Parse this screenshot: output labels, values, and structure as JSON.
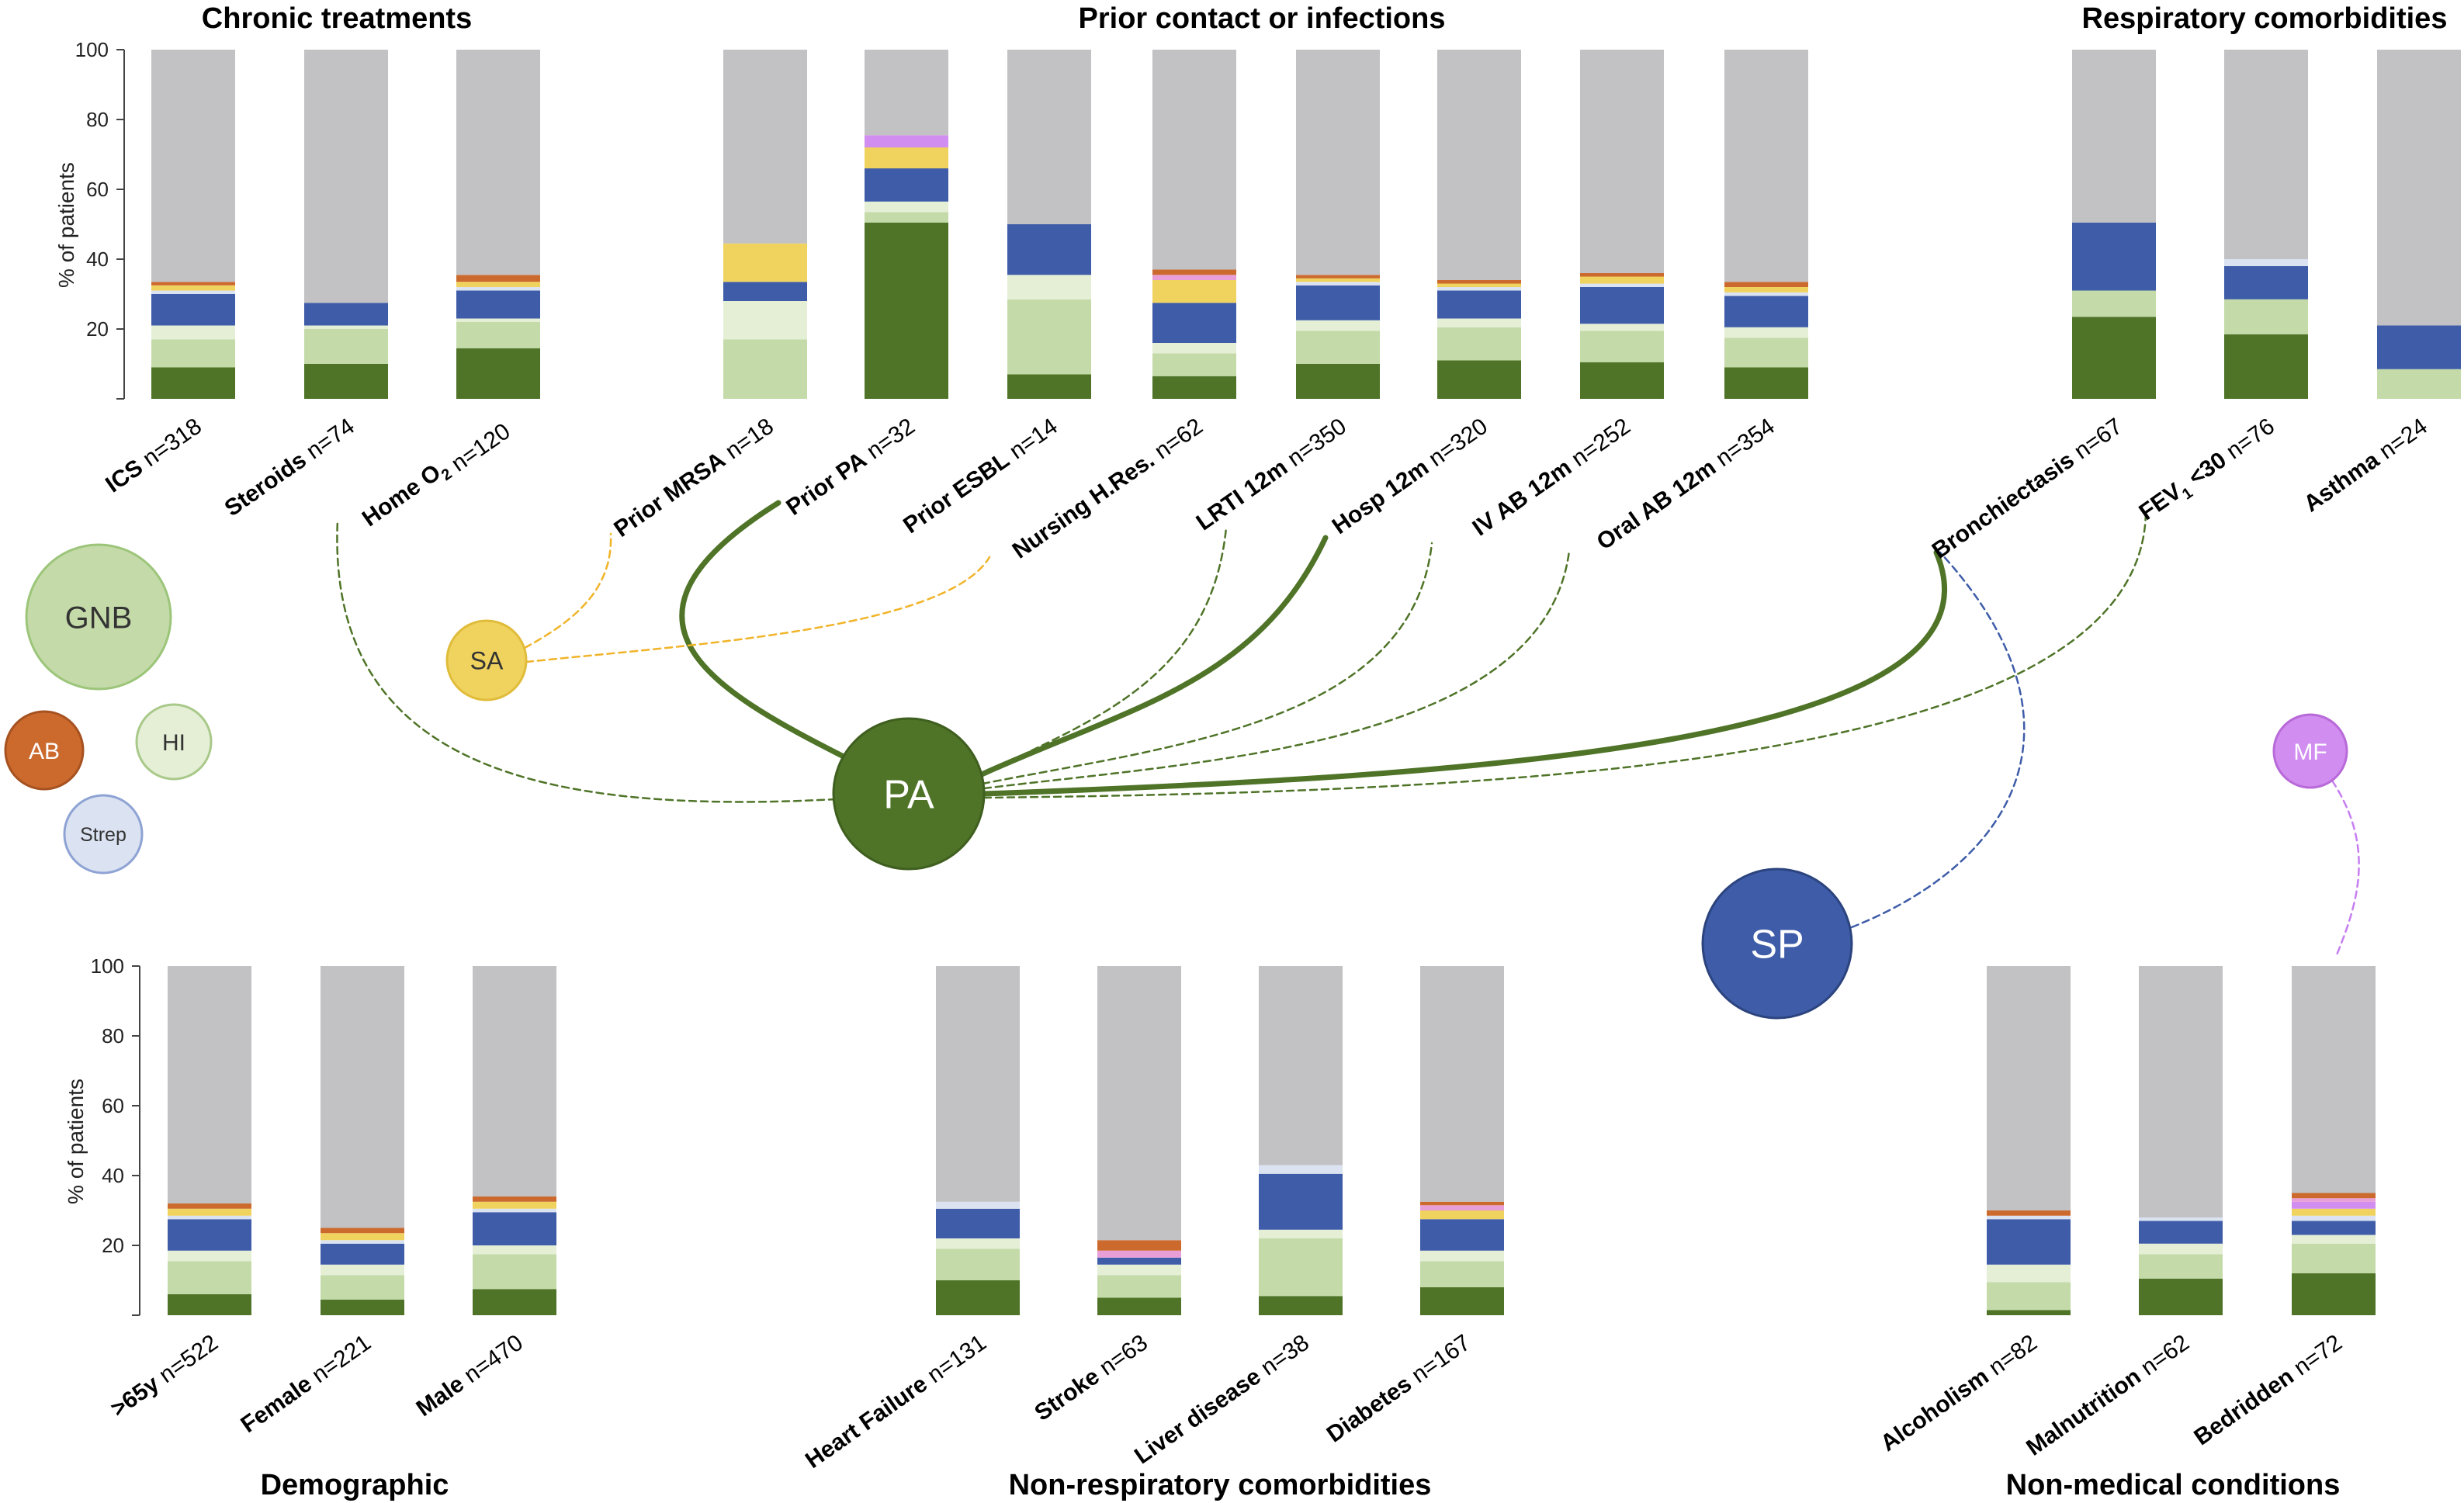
{
  "colors": {
    "green_dark": "#4f7428",
    "green_light": "#c4dba9",
    "green_pale": "#e4efd6",
    "blue": "#3e5ca8",
    "yellow": "#f0d35f",
    "orange": "#cc6a2e",
    "pink": "#e89ed6",
    "violet": "#d18df0",
    "blue_pale": "#dbe3f2",
    "grey": "#c2c1c3"
  },
  "chart_data": [
    {
      "type": "bar",
      "stacked": true,
      "title": "Chronic treatments",
      "ylabel": "% of patients",
      "ylim": [
        0,
        100
      ],
      "yticks": [
        "100",
        "80",
        "60",
        "40",
        "20"
      ],
      "categories": [
        {
          "name": "ICS",
          "n": "n=318",
          "segments": [
            [
              "green_dark",
              9
            ],
            [
              "green_light",
              8
            ],
            [
              "green_pale",
              4
            ],
            [
              "blue",
              9
            ],
            [
              "blue_pale",
              1
            ],
            [
              "yellow",
              1.5
            ],
            [
              "orange",
              1
            ],
            [
              "grey",
              66.5
            ]
          ]
        },
        {
          "name": "Steroids",
          "n": "n=74",
          "segments": [
            [
              "green_dark",
              10
            ],
            [
              "green_light",
              10
            ],
            [
              "green_pale",
              1
            ],
            [
              "blue",
              6.5
            ],
            [
              "grey",
              72.5
            ]
          ]
        },
        {
          "name": "Home O",
          "sub": "2",
          "n": "n=120",
          "segments": [
            [
              "green_dark",
              14.5
            ],
            [
              "green_light",
              7.5
            ],
            [
              "green_pale",
              1
            ],
            [
              "blue",
              8
            ],
            [
              "blue_pale",
              1
            ],
            [
              "yellow",
              1.5
            ],
            [
              "orange",
              2
            ],
            [
              "grey",
              64.5
            ]
          ]
        }
      ]
    },
    {
      "type": "bar",
      "stacked": true,
      "title": "Prior contact or infections",
      "ylim": [
        0,
        100
      ],
      "categories": [
        {
          "name": "Prior MRSA",
          "n": "n=18",
          "segments": [
            [
              "green_light",
              17
            ],
            [
              "green_pale",
              11
            ],
            [
              "blue",
              5.5
            ],
            [
              "yellow",
              11
            ],
            [
              "grey",
              55.5
            ]
          ]
        },
        {
          "name": "Prior PA",
          "n": "n=32",
          "segments": [
            [
              "green_dark",
              50.5
            ],
            [
              "green_light",
              3
            ],
            [
              "green_pale",
              3
            ],
            [
              "blue",
              9.5
            ],
            [
              "yellow",
              6
            ],
            [
              "violet",
              3.5
            ],
            [
              "grey",
              24.5
            ]
          ]
        },
        {
          "name": "Prior ESBL",
          "n": "n=14",
          "segments": [
            [
              "green_dark",
              7
            ],
            [
              "green_light",
              21.5
            ],
            [
              "green_pale",
              7
            ],
            [
              "blue",
              14.5
            ],
            [
              "grey",
              50
            ]
          ]
        },
        {
          "name": "Nursing H.Res.",
          "n": "n=62",
          "segments": [
            [
              "green_dark",
              6.5
            ],
            [
              "green_light",
              6.5
            ],
            [
              "green_pale",
              3
            ],
            [
              "blue",
              11.5
            ],
            [
              "yellow",
              6.5
            ],
            [
              "pink",
              1.5
            ],
            [
              "orange",
              1.5
            ],
            [
              "grey",
              63
            ]
          ]
        },
        {
          "name": "LRTI 12m",
          "n": "n=350",
          "segments": [
            [
              "green_dark",
              10
            ],
            [
              "green_light",
              9.5
            ],
            [
              "green_pale",
              3
            ],
            [
              "blue",
              10
            ],
            [
              "blue_pale",
              1
            ],
            [
              "yellow",
              1
            ],
            [
              "orange",
              1
            ],
            [
              "grey",
              64.5
            ]
          ]
        },
        {
          "name": "Hosp 12m",
          "n": "n=320",
          "segments": [
            [
              "green_dark",
              11
            ],
            [
              "green_light",
              9.5
            ],
            [
              "green_pale",
              2.5
            ],
            [
              "blue",
              8
            ],
            [
              "blue_pale",
              1
            ],
            [
              "yellow",
              1
            ],
            [
              "orange",
              1
            ],
            [
              "grey",
              66
            ]
          ]
        },
        {
          "name": "IV AB 12m",
          "n": "n=252",
          "segments": [
            [
              "green_dark",
              10.5
            ],
            [
              "green_light",
              9
            ],
            [
              "green_pale",
              2
            ],
            [
              "blue",
              10.5
            ],
            [
              "blue_pale",
              1
            ],
            [
              "yellow",
              2
            ],
            [
              "orange",
              1
            ],
            [
              "grey",
              64
            ]
          ]
        },
        {
          "name": "Oral AB 12m",
          "n": "n=354",
          "segments": [
            [
              "green_dark",
              9
            ],
            [
              "green_light",
              8.5
            ],
            [
              "green_pale",
              3
            ],
            [
              "blue",
              9
            ],
            [
              "blue_pale",
              1
            ],
            [
              "yellow",
              1.5
            ],
            [
              "orange",
              1.5
            ],
            [
              "grey",
              66.5
            ]
          ]
        }
      ]
    },
    {
      "type": "bar",
      "stacked": true,
      "title": "Respiratory comorbidities",
      "ylim": [
        0,
        100
      ],
      "categories": [
        {
          "name": "Bronchiectasis",
          "n": "n=67",
          "segments": [
            [
              "green_dark",
              23.5
            ],
            [
              "green_light",
              7.5
            ],
            [
              "blue",
              19.5
            ],
            [
              "grey",
              49.5
            ]
          ]
        },
        {
          "name": "FEV",
          "sub": "1",
          "suffix": " <30",
          "n": "n=76",
          "segments": [
            [
              "green_dark",
              18.5
            ],
            [
              "green_light",
              10
            ],
            [
              "blue",
              9.5
            ],
            [
              "blue_pale",
              2
            ],
            [
              "grey",
              60
            ]
          ]
        },
        {
          "name": "Asthma",
          "n": "n=24",
          "segments": [
            [
              "green_light",
              8.5
            ],
            [
              "blue",
              12.5
            ],
            [
              "grey",
              79
            ]
          ]
        }
      ]
    },
    {
      "type": "bar",
      "stacked": true,
      "title": "Demographic",
      "ylabel": "% of patients",
      "ylim": [
        0,
        100
      ],
      "yticks": [
        "100",
        "80",
        "60",
        "40",
        "20"
      ],
      "categories": [
        {
          "name": ">65y",
          "n": "n=522",
          "segments": [
            [
              "green_dark",
              6
            ],
            [
              "green_light",
              9.5
            ],
            [
              "green_pale",
              3
            ],
            [
              "blue",
              9
            ],
            [
              "blue_pale",
              1
            ],
            [
              "yellow",
              2
            ],
            [
              "orange",
              1.5
            ],
            [
              "grey",
              68
            ]
          ]
        },
        {
          "name": "Female",
          "n": "n=221",
          "segments": [
            [
              "green_dark",
              4.5
            ],
            [
              "green_light",
              7
            ],
            [
              "green_pale",
              3
            ],
            [
              "blue",
              6
            ],
            [
              "blue_pale",
              1
            ],
            [
              "yellow",
              2
            ],
            [
              "orange",
              1.5
            ],
            [
              "grey",
              75
            ]
          ]
        },
        {
          "name": "Male",
          "n": "n=470",
          "segments": [
            [
              "green_dark",
              7.5
            ],
            [
              "green_light",
              10
            ],
            [
              "green_pale",
              2.5
            ],
            [
              "blue",
              9.5
            ],
            [
              "blue_pale",
              1
            ],
            [
              "yellow",
              2
            ],
            [
              "orange",
              1.5
            ],
            [
              "grey",
              66
            ]
          ]
        }
      ]
    },
    {
      "type": "bar",
      "stacked": true,
      "title": "Non-respiratory comorbidities",
      "ylim": [
        0,
        100
      ],
      "categories": [
        {
          "name": "Heart Failure",
          "n": "n=131",
          "segments": [
            [
              "green_dark",
              10
            ],
            [
              "green_light",
              9
            ],
            [
              "green_pale",
              3
            ],
            [
              "blue",
              8.5
            ],
            [
              "blue_pale",
              2
            ],
            [
              "grey",
              67.5
            ]
          ]
        },
        {
          "name": "Stroke",
          "n": "n=63",
          "segments": [
            [
              "green_dark",
              5
            ],
            [
              "green_light",
              6.5
            ],
            [
              "green_pale",
              3
            ],
            [
              "blue",
              2
            ],
            [
              "pink",
              2
            ],
            [
              "orange",
              3
            ],
            [
              "grey",
              78.5
            ]
          ]
        },
        {
          "name": "Liver disease",
          "n": "n=38",
          "segments": [
            [
              "green_dark",
              5.5
            ],
            [
              "green_light",
              16.5
            ],
            [
              "green_pale",
              2.5
            ],
            [
              "blue",
              16
            ],
            [
              "blue_pale",
              2.5
            ],
            [
              "grey",
              57
            ]
          ]
        },
        {
          "name": "Diabetes",
          "n": "n=167",
          "segments": [
            [
              "green_dark",
              8
            ],
            [
              "green_light",
              7.5
            ],
            [
              "green_pale",
              3
            ],
            [
              "blue",
              9
            ],
            [
              "yellow",
              2.5
            ],
            [
              "pink",
              1.5
            ],
            [
              "orange",
              1
            ],
            [
              "grey",
              67.5
            ]
          ]
        }
      ]
    },
    {
      "type": "bar",
      "stacked": true,
      "title": "Non-medical conditions",
      "ylim": [
        0,
        100
      ],
      "categories": [
        {
          "name": "Alcoholism",
          "n": "n=82",
          "segments": [
            [
              "green_dark",
              1.5
            ],
            [
              "green_light",
              8
            ],
            [
              "green_pale",
              5
            ],
            [
              "blue",
              13
            ],
            [
              "blue_pale",
              1
            ],
            [
              "orange",
              1.5
            ],
            [
              "grey",
              70
            ]
          ]
        },
        {
          "name": "Malnutrition",
          "n": "n=62",
          "segments": [
            [
              "green_dark",
              10.5
            ],
            [
              "green_light",
              7
            ],
            [
              "green_pale",
              3
            ],
            [
              "blue",
              6.5
            ],
            [
              "blue_pale",
              1
            ],
            [
              "grey",
              72
            ]
          ]
        },
        {
          "name": "Bedridden",
          "n": "n=72",
          "segments": [
            [
              "green_dark",
              12
            ],
            [
              "green_light",
              8.5
            ],
            [
              "green_pale",
              2.5
            ],
            [
              "blue",
              4
            ],
            [
              "blue_pale",
              1.5
            ],
            [
              "yellow",
              2
            ],
            [
              "violet",
              2
            ],
            [
              "pink",
              1
            ],
            [
              "orange",
              1.5
            ],
            [
              "grey",
              65
            ]
          ]
        }
      ]
    }
  ],
  "nodes": [
    {
      "label": "GNB",
      "fill": "#c4dba9",
      "stroke": "#9cc57a",
      "text_color": "#333333"
    },
    {
      "label": "AB",
      "fill": "#cc6a2e",
      "stroke": "#a65220",
      "text_color": "#ffffff"
    },
    {
      "label": "HI",
      "fill": "#e4efd6",
      "stroke": "#a9c98a",
      "text_color": "#333333"
    },
    {
      "label": "Strep",
      "fill": "#dbe3f2",
      "stroke": "#8ea3d4",
      "text_color": "#333333"
    },
    {
      "label": "SA",
      "fill": "#f0d35f",
      "stroke": "#e0bc3a",
      "text_color": "#333333"
    },
    {
      "label": "PA",
      "fill": "#4f7428",
      "stroke": "#3f5f1f",
      "text_color": "#ffffff"
    },
    {
      "label": "SP",
      "fill": "#3e5ca8",
      "stroke": "#2c447e",
      "text_color": "#ffffff"
    },
    {
      "label": "MF",
      "fill": "#d18df0",
      "stroke": "#b86ad8",
      "text_color": "#ffffff"
    }
  ],
  "links": [
    {
      "from": "PA",
      "to": "Home O2",
      "style": "dashed",
      "color": "#4f7428"
    },
    {
      "from": "PA",
      "to": "Prior PA",
      "style": "thick",
      "color": "#4f7428"
    },
    {
      "from": "PA",
      "to": "LRTI 12m",
      "style": "dashed",
      "color": "#4f7428"
    },
    {
      "from": "PA",
      "to": "Hosp 12m",
      "style": "thick",
      "color": "#4f7428"
    },
    {
      "from": "PA",
      "to": "IV AB 12m",
      "style": "dashed",
      "color": "#4f7428"
    },
    {
      "from": "PA",
      "to": "Oral AB 12m",
      "style": "dashed",
      "color": "#4f7428"
    },
    {
      "from": "PA",
      "to": "Bronchiectasis",
      "style": "thick",
      "color": "#4f7428"
    },
    {
      "from": "PA",
      "to": "FEV1 <30",
      "style": "dashed",
      "color": "#4f7428"
    },
    {
      "from": "SA",
      "to": "Prior MRSA",
      "style": "dashed",
      "color": "#f0b429"
    },
    {
      "from": "SA",
      "to": "Nursing H.Res.",
      "style": "dashed",
      "color": "#f0b429"
    },
    {
      "from": "SP",
      "to": "Bronchiectasis",
      "style": "dashed",
      "color": "#3e5ca8"
    },
    {
      "from": "MF",
      "to": "Bedridden",
      "style": "dashed",
      "color": "#c67ef0"
    }
  ]
}
